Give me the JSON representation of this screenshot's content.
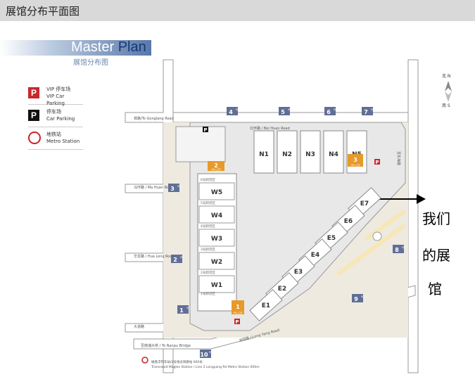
{
  "header": {
    "title": "展馆分布平面图"
  },
  "master_plan": {
    "title_a": "Master",
    "title_b": "Plan",
    "subtitle": "展馆分布图"
  },
  "legend": [
    {
      "icon": "P",
      "color": "#c8272d",
      "zh": "VIP 停车场",
      "en": "VIP Car Parking"
    },
    {
      "icon": "P",
      "color": "#111111",
      "zh": "停车场",
      "en": "Car Parking"
    },
    {
      "icon": "metro",
      "color": "#c8272d",
      "zh": "地铁站",
      "en": "Metro Station"
    }
  ],
  "compass": {
    "north": "北 N",
    "south": "南 S"
  },
  "halls_n": [
    "N1",
    "N2",
    "N3",
    "N4",
    "N5"
  ],
  "halls_w": [
    "W5",
    "W4",
    "W3",
    "W2",
    "W1"
  ],
  "halls_e": [
    "E7",
    "E6",
    "E5",
    "E4",
    "E3",
    "E2",
    "E1"
  ],
  "gates": [
    {
      "num": "1",
      "sup": "号门"
    },
    {
      "num": "2",
      "sup": "号门"
    },
    {
      "num": "3",
      "sup": "号门"
    },
    {
      "num": "4",
      "sup": "号门"
    },
    {
      "num": "5",
      "sup": "号门"
    },
    {
      "num": "6",
      "sup": "号门"
    },
    {
      "num": "7",
      "sup": "号门"
    },
    {
      "num": "8",
      "sup": "号门"
    },
    {
      "num": "9",
      "sup": "号门"
    },
    {
      "num": "10",
      "sup": "号门"
    }
  ],
  "entrances": [
    {
      "num": "1",
      "sub": "1号入口厅"
    },
    {
      "num": "2",
      "sub": "2号入口厅"
    },
    {
      "num": "3",
      "sub": "3号入口厅"
    }
  ],
  "roads": {
    "north": "北环路 / Bei Huan Road",
    "gonglang": "龚路/To Gonglang Road",
    "mahuan": "马环路 / Ma Huan Road",
    "hualong": "华龙路 / Hua Long Road",
    "longyang": "龙阳路 / Long Yang Road",
    "dadao": "大道路",
    "nanpu": "至南浦大桥 / To Nanpu Bridge",
    "east": "至东海路"
  },
  "loading_labels": [
    "6号卸货区",
    "5号卸货区",
    "4号卸货区",
    "3号卸货区",
    "2号卸货区",
    "1号卸货区"
  ],
  "metro_note": {
    "zh": "磁悬浮列车站/2号线龙阳路站 600米",
    "en": "Transrapid Maglev Station / Line 2 Longyang Rd Metro Station 600m"
  },
  "annotation": {
    "line1": "我们",
    "line2": "的展",
    "line3": "馆"
  }
}
